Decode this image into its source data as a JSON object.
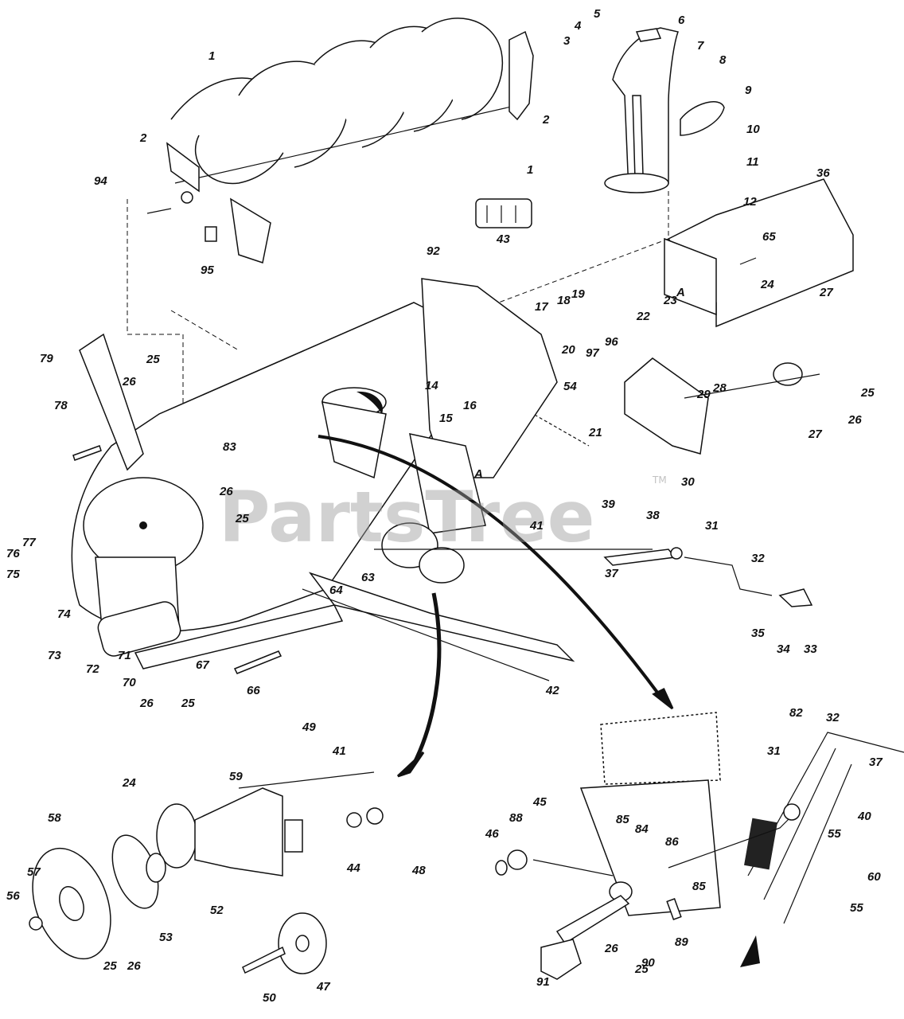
{
  "watermark": {
    "text": "PartsTree",
    "trademark": "TM"
  },
  "detail_label_a": "A",
  "callouts": [
    {
      "id": "c1a",
      "text": "1"
    },
    {
      "id": "c1b",
      "text": "1"
    },
    {
      "id": "c2a",
      "text": "2"
    },
    {
      "id": "c2b",
      "text": "2"
    },
    {
      "id": "c3",
      "text": "3"
    },
    {
      "id": "c4",
      "text": "4"
    },
    {
      "id": "c5",
      "text": "5"
    },
    {
      "id": "c6",
      "text": "6"
    },
    {
      "id": "c7",
      "text": "7"
    },
    {
      "id": "c8",
      "text": "8"
    },
    {
      "id": "c9",
      "text": "9"
    },
    {
      "id": "c10",
      "text": "10"
    },
    {
      "id": "c11",
      "text": "11"
    },
    {
      "id": "c12",
      "text": "12"
    },
    {
      "id": "c14",
      "text": "14"
    },
    {
      "id": "c15",
      "text": "15"
    },
    {
      "id": "c16",
      "text": "16"
    },
    {
      "id": "c17",
      "text": "17"
    },
    {
      "id": "c18",
      "text": "18"
    },
    {
      "id": "c19",
      "text": "19"
    },
    {
      "id": "c20",
      "text": "20"
    },
    {
      "id": "c21",
      "text": "21"
    },
    {
      "id": "c22",
      "text": "22"
    },
    {
      "id": "c23",
      "text": "23"
    },
    {
      "id": "c24a",
      "text": "24"
    },
    {
      "id": "c24b",
      "text": "24"
    },
    {
      "id": "c25a",
      "text": "25"
    },
    {
      "id": "c25b",
      "text": "25"
    },
    {
      "id": "c25c",
      "text": "25"
    },
    {
      "id": "c25d",
      "text": "25"
    },
    {
      "id": "c25e",
      "text": "25"
    },
    {
      "id": "c25f",
      "text": "25"
    },
    {
      "id": "c26a",
      "text": "26"
    },
    {
      "id": "c26b",
      "text": "26"
    },
    {
      "id": "c26c",
      "text": "26"
    },
    {
      "id": "c26d",
      "text": "26"
    },
    {
      "id": "c26e",
      "text": "26"
    },
    {
      "id": "c26f",
      "text": "26"
    },
    {
      "id": "c27a",
      "text": "27"
    },
    {
      "id": "c27b",
      "text": "27"
    },
    {
      "id": "c28",
      "text": "28"
    },
    {
      "id": "c29",
      "text": "29"
    },
    {
      "id": "c30",
      "text": "30"
    },
    {
      "id": "c31a",
      "text": "31"
    },
    {
      "id": "c31b",
      "text": "31"
    },
    {
      "id": "c32a",
      "text": "32"
    },
    {
      "id": "c32b",
      "text": "32"
    },
    {
      "id": "c33",
      "text": "33"
    },
    {
      "id": "c34",
      "text": "34"
    },
    {
      "id": "c35",
      "text": "35"
    },
    {
      "id": "c36",
      "text": "36"
    },
    {
      "id": "c37a",
      "text": "37"
    },
    {
      "id": "c37b",
      "text": "37"
    },
    {
      "id": "c38",
      "text": "38"
    },
    {
      "id": "c39",
      "text": "39"
    },
    {
      "id": "c40",
      "text": "40"
    },
    {
      "id": "c41a",
      "text": "41"
    },
    {
      "id": "c41b",
      "text": "41"
    },
    {
      "id": "c42",
      "text": "42"
    },
    {
      "id": "c43",
      "text": "43"
    },
    {
      "id": "c44",
      "text": "44"
    },
    {
      "id": "c45",
      "text": "45"
    },
    {
      "id": "c46",
      "text": "46"
    },
    {
      "id": "c47",
      "text": "47"
    },
    {
      "id": "c48",
      "text": "48"
    },
    {
      "id": "c49",
      "text": "49"
    },
    {
      "id": "c50",
      "text": "50"
    },
    {
      "id": "c52",
      "text": "52"
    },
    {
      "id": "c53",
      "text": "53"
    },
    {
      "id": "c54",
      "text": "54"
    },
    {
      "id": "c55a",
      "text": "55"
    },
    {
      "id": "c55b",
      "text": "55"
    },
    {
      "id": "c56",
      "text": "56"
    },
    {
      "id": "c57",
      "text": "57"
    },
    {
      "id": "c58",
      "text": "58"
    },
    {
      "id": "c59",
      "text": "59"
    },
    {
      "id": "c60",
      "text": "60"
    },
    {
      "id": "c63",
      "text": "63"
    },
    {
      "id": "c64",
      "text": "64"
    },
    {
      "id": "c65",
      "text": "65"
    },
    {
      "id": "c66",
      "text": "66"
    },
    {
      "id": "c67",
      "text": "67"
    },
    {
      "id": "c70",
      "text": "70"
    },
    {
      "id": "c71",
      "text": "71"
    },
    {
      "id": "c72",
      "text": "72"
    },
    {
      "id": "c73",
      "text": "73"
    },
    {
      "id": "c74",
      "text": "74"
    },
    {
      "id": "c75",
      "text": "75"
    },
    {
      "id": "c76",
      "text": "76"
    },
    {
      "id": "c77",
      "text": "77"
    },
    {
      "id": "c78",
      "text": "78"
    },
    {
      "id": "c79",
      "text": "79"
    },
    {
      "id": "c82",
      "text": "82"
    },
    {
      "id": "c83",
      "text": "83"
    },
    {
      "id": "c84",
      "text": "84"
    },
    {
      "id": "c85a",
      "text": "85"
    },
    {
      "id": "c85b",
      "text": "85"
    },
    {
      "id": "c86",
      "text": "86"
    },
    {
      "id": "c88",
      "text": "88"
    },
    {
      "id": "c89",
      "text": "89"
    },
    {
      "id": "c90",
      "text": "90"
    },
    {
      "id": "c91",
      "text": "91"
    },
    {
      "id": "c92",
      "text": "92"
    },
    {
      "id": "c94",
      "text": "94"
    },
    {
      "id": "c95",
      "text": "95"
    },
    {
      "id": "c96",
      "text": "96"
    },
    {
      "id": "c97",
      "text": "97"
    }
  ]
}
